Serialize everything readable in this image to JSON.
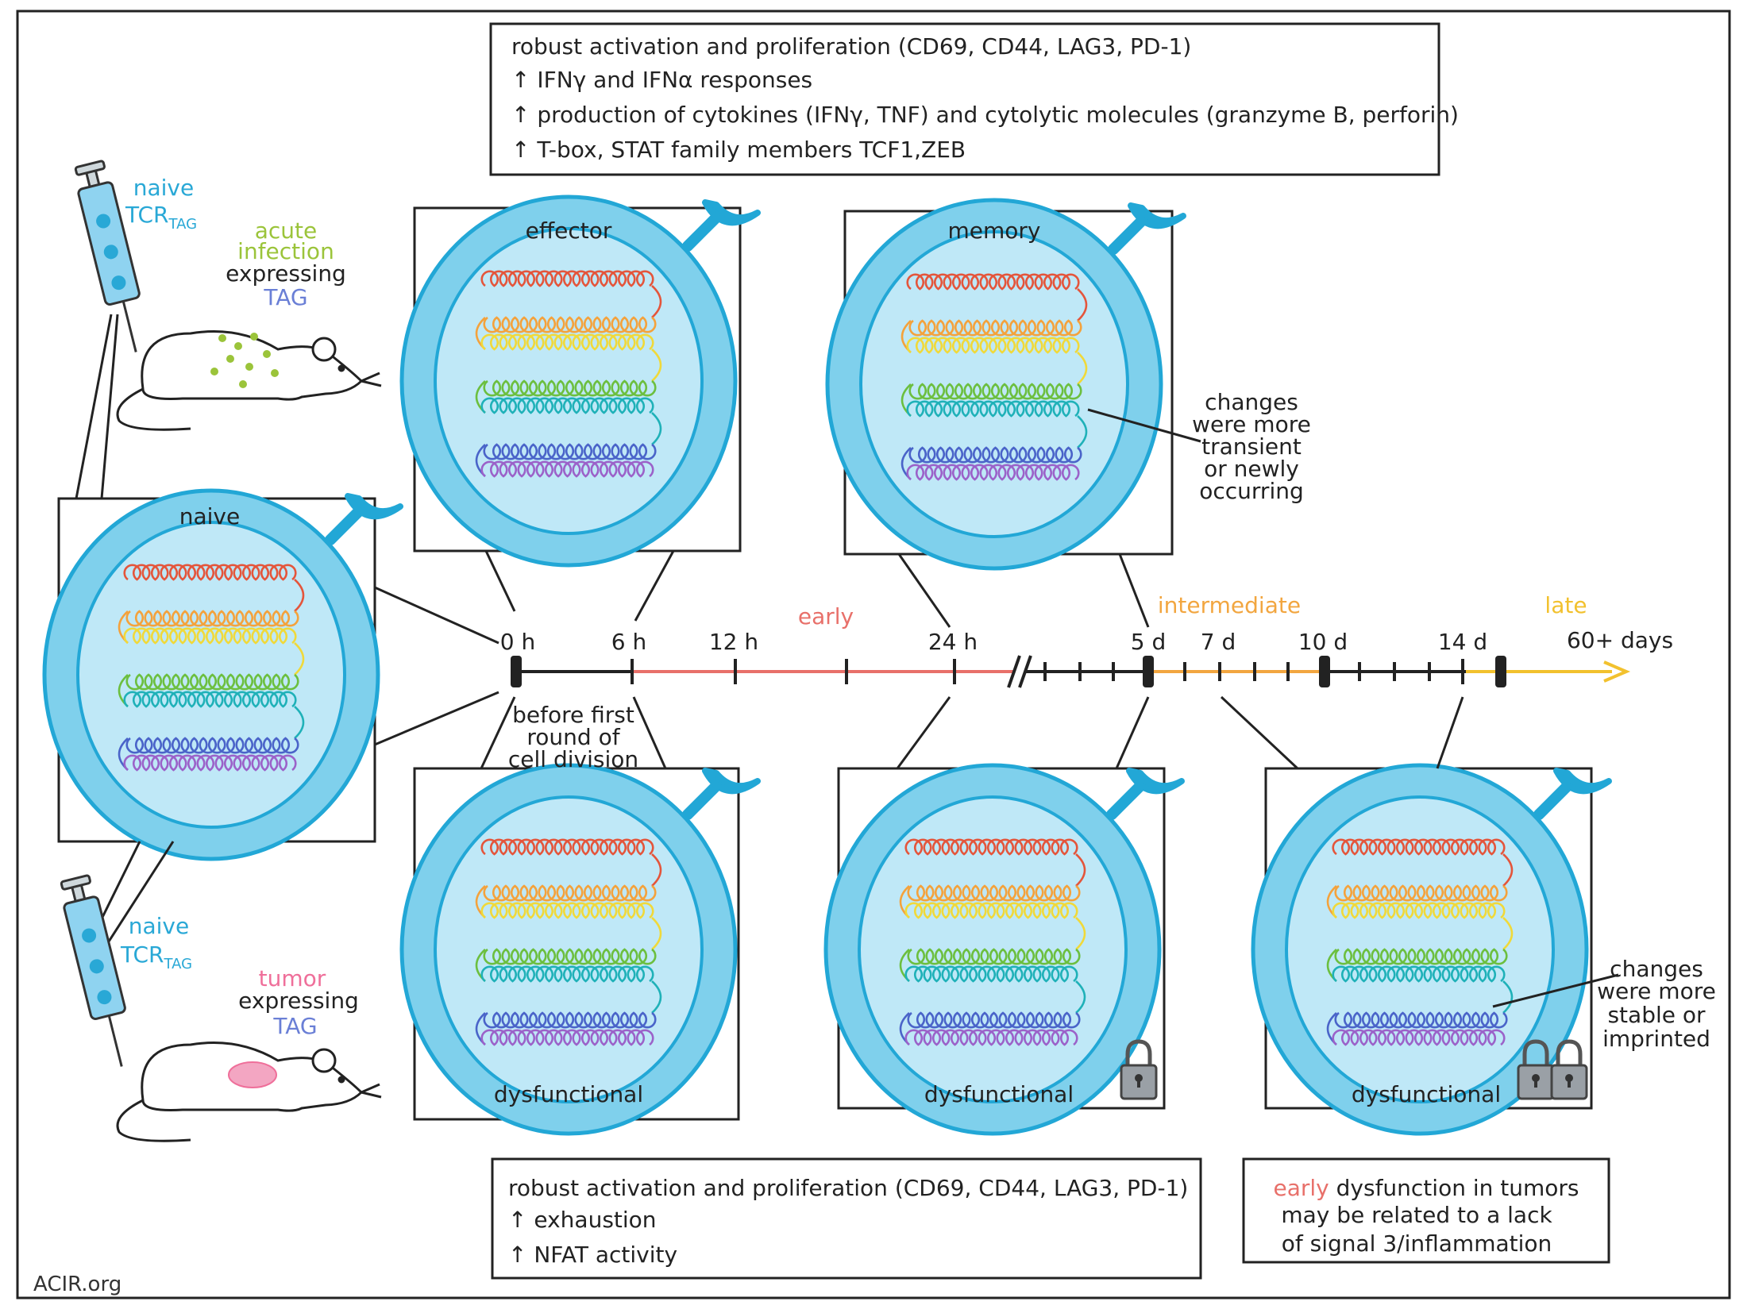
{
  "colors": {
    "early": "#e8706a",
    "intermediate": "#f2a640",
    "late": "#f2c12e",
    "naive_text": "#29a8d6",
    "acute_text": "#9bc43a",
    "tumor_text": "#ef6f9a",
    "tag_text": "#6a7fd6",
    "cell_fill": "#7fd0ec",
    "cell_stroke": "#22a7d6",
    "nucleus_fill": "#bfe8f7"
  },
  "top_box": {
    "line1": "robust activation and proliferation (CD69, CD44, LAG3, PD-1)",
    "line2": "↑ IFNγ and IFNα responses",
    "line3": "↑ production of cytokines (IFNγ, TNF) and cytolytic molecules (granzyme B, perforin)",
    "line4": "↑ T-box, STAT family members TCF1,ZEB"
  },
  "bottom_box": {
    "line1": "robust activation and proliferation (CD69, CD44, LAG3, PD-1)",
    "line2": "↑ exhaustion",
    "line3": "↑ NFAT activity"
  },
  "note_box": {
    "early_word": "early",
    "line1_rest": " dysfunction in tumors",
    "line2": "may be related to a lack",
    "line3": "of signal 3/inflammation"
  },
  "mouse_top": {
    "naive": "naive",
    "tcr": "TCR",
    "tcr_sub": "TAG",
    "acute1": "acute",
    "acute2": "infection",
    "expressing": "expressing",
    "tag": "TAG"
  },
  "mouse_bottom": {
    "naive": "naive",
    "tcr": "TCR",
    "tcr_sub": "TAG",
    "tumor": "tumor",
    "expressing": "expressing",
    "tag": "TAG"
  },
  "panels": {
    "naive": "naive",
    "effector": "effector",
    "memory": "memory",
    "dys1": "dysfunctional",
    "dys2": "dysfunctional",
    "dys3": "dysfunctional"
  },
  "annotations": {
    "memory_1": "changes",
    "memory_2": "were more",
    "memory_3": "transient",
    "memory_4": "or newly",
    "memory_5": "occurring",
    "stable_1": "changes",
    "stable_2": "were more",
    "stable_3": "stable or",
    "stable_4": "imprinted"
  },
  "timeline": {
    "t0": "0 h",
    "t6": "6 h",
    "t12": "12 h",
    "t24": "24 h",
    "t5d": "5 d",
    "t7d": "7 d",
    "t10d": "10 d",
    "t14d": "14 d",
    "t60": "60+ days",
    "phase_early": "early",
    "phase_intermediate": "intermediate",
    "phase_late": "late",
    "before1": "before first",
    "before2": "round of",
    "before3": "cell division"
  },
  "footer": "ACIR.org"
}
